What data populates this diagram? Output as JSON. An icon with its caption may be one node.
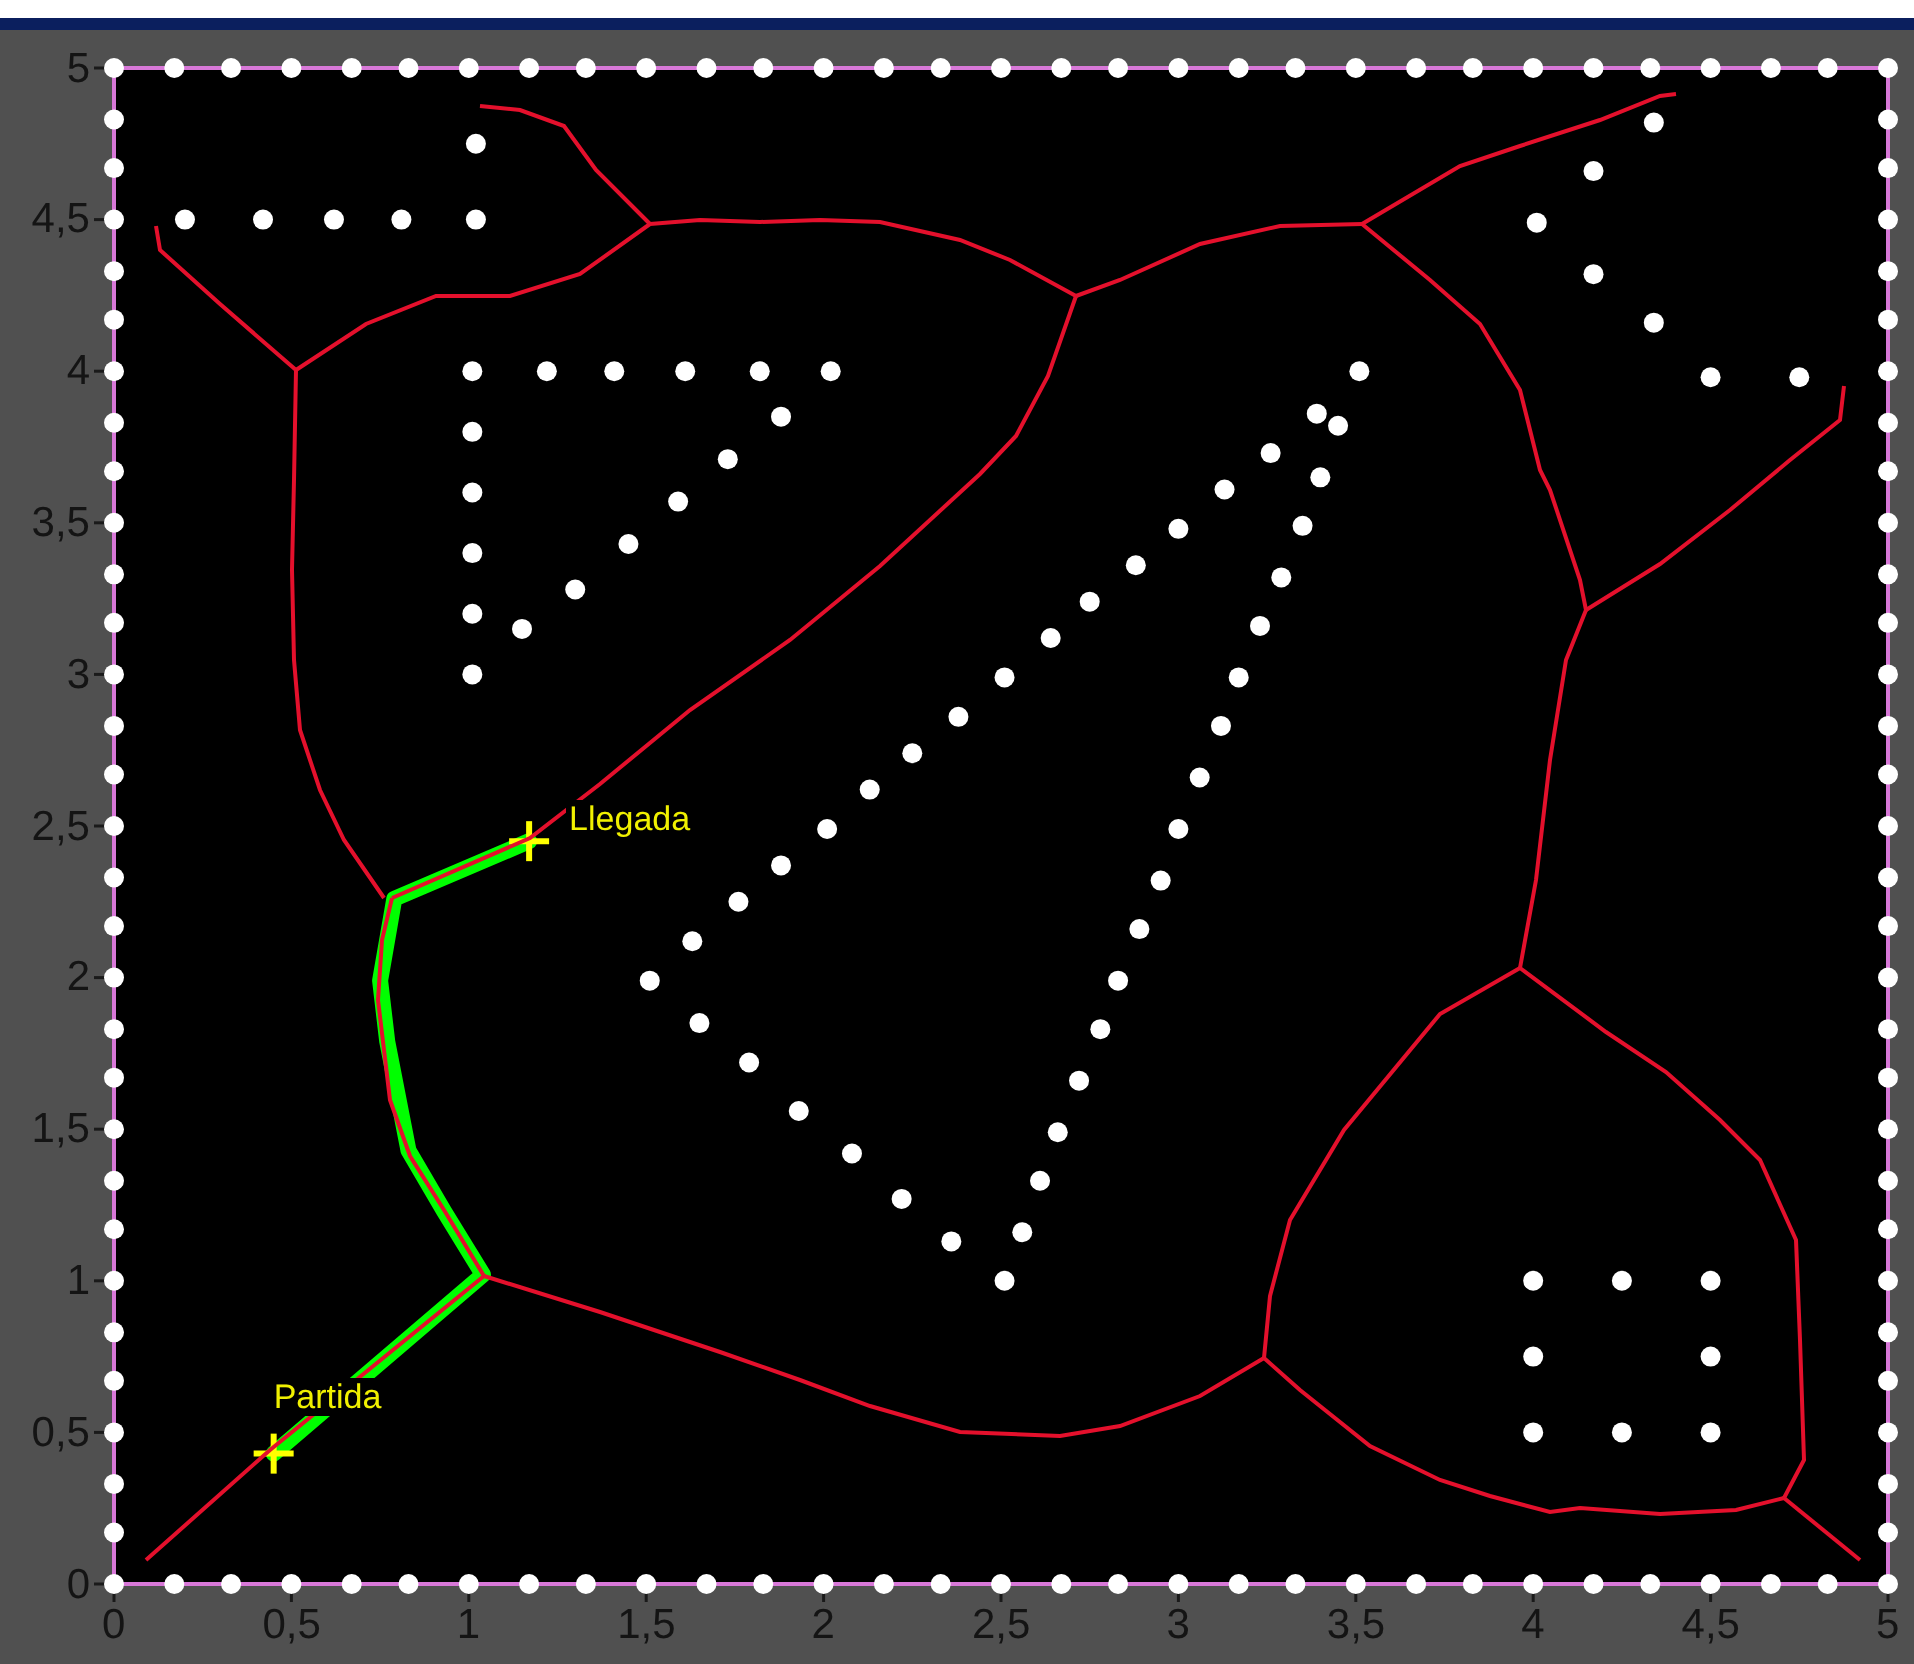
{
  "diagram": {
    "chart_data": {
      "type": "scatter",
      "xlim": [
        0,
        5
      ],
      "ylim": [
        0,
        5
      ],
      "xticks": [
        {
          "value": 0,
          "label": "0"
        },
        {
          "value": 0.5,
          "label": "0,5"
        },
        {
          "value": 1,
          "label": "1"
        },
        {
          "value": 1.5,
          "label": "1,5"
        },
        {
          "value": 2,
          "label": "2"
        },
        {
          "value": 2.5,
          "label": "2,5"
        },
        {
          "value": 3,
          "label": "3"
        },
        {
          "value": 3.5,
          "label": "3,5"
        },
        {
          "value": 4,
          "label": "4"
        },
        {
          "value": 4.5,
          "label": "4,5"
        },
        {
          "value": 5,
          "label": "5"
        }
      ],
      "yticks": [
        {
          "value": 0,
          "label": "0"
        },
        {
          "value": 0.5,
          "label": "0,5"
        },
        {
          "value": 1,
          "label": "1"
        },
        {
          "value": 1.5,
          "label": "1,5"
        },
        {
          "value": 2,
          "label": "2"
        },
        {
          "value": 2.5,
          "label": "2,5"
        },
        {
          "value": 3,
          "label": "3"
        },
        {
          "value": 3.5,
          "label": "3,5"
        },
        {
          "value": 4,
          "label": "4"
        },
        {
          "value": 4.5,
          "label": "4,5"
        },
        {
          "value": 5,
          "label": "5"
        }
      ],
      "series": [
        {
          "color": "#ffffff",
          "x": [
            0,
            0.17,
            0.33,
            0.5,
            0.67,
            0.83,
            1,
            1.17,
            1.33,
            1.5,
            1.67,
            1.83,
            2,
            2.17,
            2.33,
            2.5,
            2.67,
            2.83,
            3,
            3.17,
            3.33,
            3.5,
            3.67,
            3.83,
            4,
            4.17,
            4.33,
            4.5,
            4.67,
            4.83,
            5,
            0,
            0.17,
            0.33,
            0.5,
            0.67,
            0.83,
            1,
            1.17,
            1.33,
            1.5,
            1.67,
            1.83,
            2,
            2.17,
            2.33,
            2.5,
            2.67,
            2.83,
            3,
            3.17,
            3.33,
            3.5,
            3.67,
            3.83,
            4,
            4.17,
            4.33,
            4.5,
            4.67,
            4.83,
            5,
            0,
            0,
            0,
            0,
            0,
            0,
            0,
            0,
            0,
            0,
            0,
            0,
            0,
            0,
            0,
            0,
            0,
            0,
            0,
            0,
            0,
            0,
            0,
            0,
            0,
            0,
            0,
            0,
            0,
            5,
            5,
            5,
            5,
            5,
            5,
            5,
            5,
            5,
            5,
            5,
            5,
            5,
            5,
            5,
            5,
            5,
            5,
            5,
            5,
            5,
            5,
            5,
            5,
            5,
            5,
            5,
            5,
            5,
            0.2,
            0.42,
            0.62,
            0.81,
            1.02,
            1.02,
            1.01,
            1.22,
            1.41,
            1.61,
            1.82,
            2.02,
            1.01,
            1.01,
            1.01,
            1.01,
            1.01,
            1.88,
            1.73,
            1.59,
            1.45,
            1.3,
            1.15,
            1.51,
            1.63,
            1.76,
            1.88,
            2.01,
            2.13,
            2.25,
            2.38,
            2.51,
            2.64,
            2.75,
            2.88,
            3,
            3.13,
            3.26,
            3.39,
            3.51,
            3.45,
            3.4,
            3.35,
            3.29,
            3.23,
            3.17,
            3.12,
            3.06,
            3,
            2.95,
            2.89,
            2.83,
            2.78,
            2.72,
            2.66,
            2.61,
            2.56,
            2.51,
            1.65,
            1.79,
            1.93,
            2.08,
            2.22,
            2.36,
            4.34,
            4.17,
            4.01,
            4.17,
            4.34,
            4.5,
            4.75,
            4,
            4.25,
            4.5,
            4,
            4.5,
            4,
            4.25,
            4.5
          ],
          "values": [
            5,
            5,
            5,
            5,
            5,
            5,
            5,
            5,
            5,
            5,
            5,
            5,
            5,
            5,
            5,
            5,
            5,
            5,
            5,
            5,
            5,
            5,
            5,
            5,
            5,
            5,
            5,
            5,
            5,
            5,
            5,
            0,
            0,
            0,
            0,
            0,
            0,
            0,
            0,
            0,
            0,
            0,
            0,
            0,
            0,
            0,
            0,
            0,
            0,
            0,
            0,
            0,
            0,
            0,
            0,
            0,
            0,
            0,
            0,
            0,
            0,
            0,
            0.17,
            0.33,
            0.5,
            0.67,
            0.83,
            1,
            1.17,
            1.33,
            1.5,
            1.67,
            1.83,
            2,
            2.17,
            2.33,
            2.5,
            2.67,
            2.83,
            3,
            3.17,
            3.33,
            3.5,
            3.67,
            3.83,
            4,
            4.17,
            4.33,
            4.5,
            4.67,
            4.83,
            0.17,
            0.33,
            0.5,
            0.67,
            0.83,
            1,
            1.17,
            1.33,
            1.5,
            1.67,
            1.83,
            2,
            2.17,
            2.33,
            2.5,
            2.67,
            2.83,
            3,
            3.17,
            3.33,
            3.5,
            3.67,
            3.83,
            4,
            4.17,
            4.33,
            4.5,
            4.67,
            4.83,
            4.5,
            4.5,
            4.5,
            4.5,
            4.5,
            4.75,
            4,
            4,
            4,
            4,
            4,
            4,
            3.8,
            3.6,
            3.4,
            3.2,
            3,
            3.85,
            3.71,
            3.57,
            3.43,
            3.28,
            3.15,
            1.99,
            2.12,
            2.25,
            2.37,
            2.49,
            2.62,
            2.74,
            2.86,
            2.99,
            3.12,
            3.24,
            3.36,
            3.48,
            3.61,
            3.73,
            3.86,
            4,
            3.82,
            3.65,
            3.49,
            3.32,
            3.16,
            2.99,
            2.83,
            2.66,
            2.49,
            2.32,
            2.16,
            1.99,
            1.83,
            1.66,
            1.49,
            1.33,
            1.16,
            1,
            1.85,
            1.72,
            1.56,
            1.42,
            1.27,
            1.13,
            4.82,
            4.66,
            4.49,
            4.32,
            4.16,
            3.98,
            3.98,
            1,
            1,
            1,
            0.75,
            0.75,
            0.5,
            0.5,
            0.5
          ]
        },
        {
          "color": "#00ff00",
          "type": "line",
          "x": [
            0.45,
            1.04,
            0.93,
            0.83,
            0.77,
            0.75,
            0.79,
            1.17
          ],
          "values": [
            0.43,
            1.02,
            1.23,
            1.43,
            1.79,
            1.99,
            2.26,
            2.45
          ]
        }
      ],
      "annotations": [
        {
          "x": 0.45,
          "y": 0.43,
          "text": "Partida"
        },
        {
          "x": 1.17,
          "y": 2.45,
          "text": "Llegada"
        }
      ]
    }
  }
}
